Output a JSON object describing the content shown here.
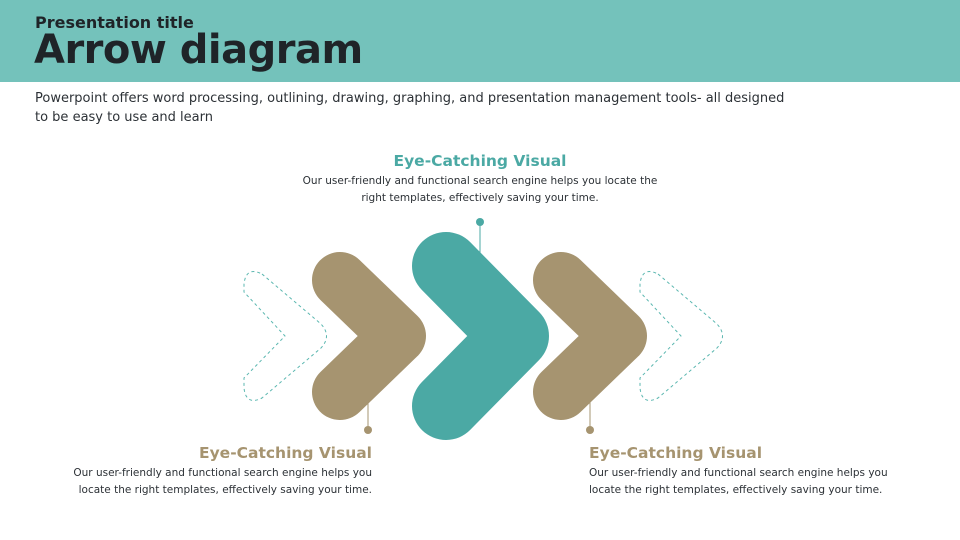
{
  "header": {
    "subtitle": "Presentation title",
    "title": "Arrow diagram"
  },
  "intro": "Powerpoint offers word processing, outlining, drawing, graphing, and presentation management tools- all designed to be easy to use and learn",
  "colors": {
    "header_bg": "#74c2bb",
    "teal": "#4ba9a4",
    "tan": "#a69470",
    "dashed": "#5bb7b0"
  },
  "callouts": {
    "top": {
      "heading": "Eye-Catching Visual",
      "body": "Our user-friendly and functional search engine helps you locate the right templates, effectively saving your time."
    },
    "left": {
      "heading": "Eye-Catching Visual",
      "body": "Our user-friendly and functional search engine helps you locate the right templates, effectively saving your time."
    },
    "right": {
      "heading": "Eye-Catching Visual",
      "body": "Our user-friendly and functional search engine helps you locate the right templates, effectively saving your time."
    }
  }
}
